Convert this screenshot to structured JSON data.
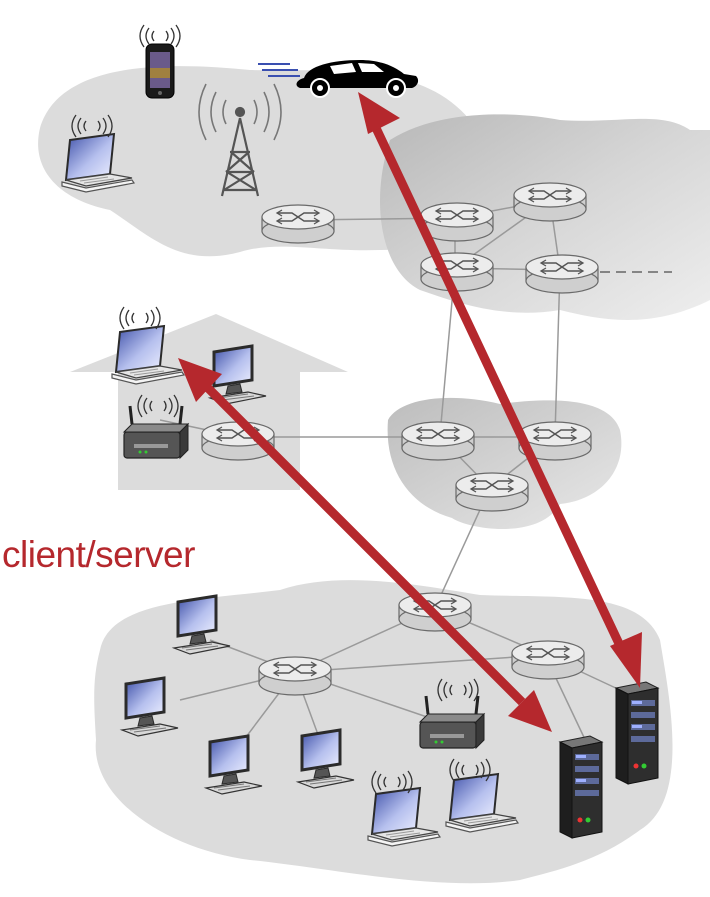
{
  "diagram": {
    "label": "client/server",
    "colors": {
      "arrow": "#b5282d",
      "cloud": "#dcdcdc",
      "router_fill": "#e2e2e2",
      "router_stroke": "#6a6a6a",
      "link": "#9a9a9a",
      "screen": "#6f7dc4",
      "device_dark": "#2b2b2b"
    },
    "network_regions": [
      "mobile-network",
      "home-network",
      "regional-isp",
      "global-isp",
      "enterprise-network"
    ],
    "arrows": [
      "car-to-server",
      "home-laptop-to-server"
    ]
  }
}
